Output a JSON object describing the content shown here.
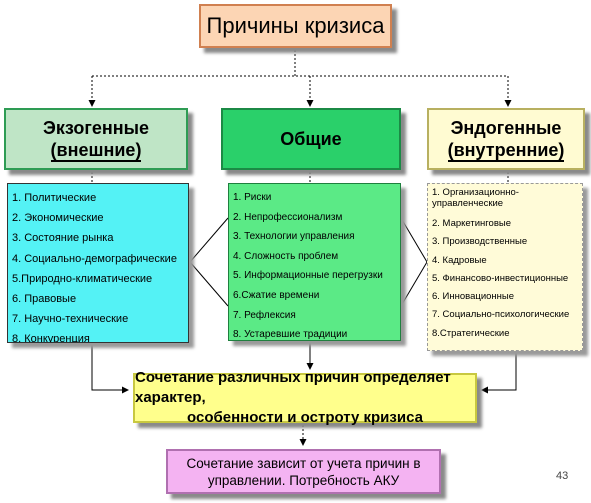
{
  "title": "Причины кризиса",
  "headers": {
    "exo": [
      "Экзогенные",
      "(внешние)"
    ],
    "common": [
      "Общие"
    ],
    "endo": [
      "Эндогенные",
      "(внутренние)"
    ]
  },
  "exo_items": [
    "1. Политические",
    "2. Экономические",
    "3. Состояние рынка",
    "4. Социально-демографические",
    "5.Природно-климатические",
    "6. Правовые",
    "7. Научно-технические",
    "8. Конкуренция"
  ],
  "common_items": [
    "1. Риски",
    "2. Непрофессионализм",
    "3. Технологии управления",
    "4. Сложность проблем",
    "5. Информационные перегрузки",
    "6.Сжатие времени",
    "7. Рефлексия",
    "8. Устаревшие традиции"
  ],
  "endo_items": [
    "1. Организационно-управленческие",
    "2. Маркетинговые",
    "3. Производственные",
    "4. Кадровые",
    "5. Финансово-инвестиционные",
    "6. Инновационные",
    "7. Социально-психологические",
    "8.Стратегические"
  ],
  "summary": [
    "Сочетание различных причин определяет характер,",
    "особенности и остроту кризиса"
  ],
  "dependency": [
    "Сочетание зависит от учета причин в",
    "управлении. Потребность АКУ"
  ],
  "page_number": "43"
}
